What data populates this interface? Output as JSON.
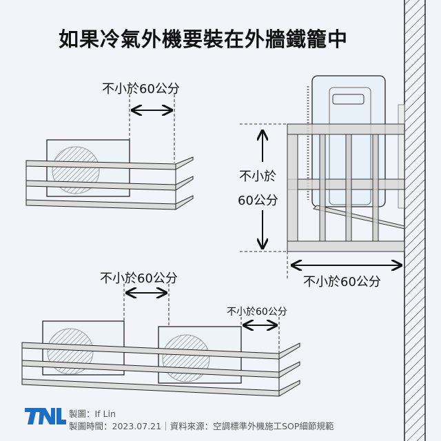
{
  "title": "如果冷氣外機要裝在外牆鐵籠中",
  "labels": {
    "top_left_gap": "不小於60公分",
    "bottom_gap_between": "不小於60公分",
    "bottom_gap_side": "不小於60公分",
    "side_height_line1": "不小於",
    "side_height_line2": "60公分",
    "side_depth": "不小於60公分"
  },
  "footer": {
    "logo": "TNL",
    "author": "製圖：If Lin",
    "meta": "製圖時間：2023.07.21｜資料來源：空調標準外機施工SOP細節規範"
  },
  "colors": {
    "brand": "#1a6fc4",
    "background": "#f2f4f9"
  }
}
